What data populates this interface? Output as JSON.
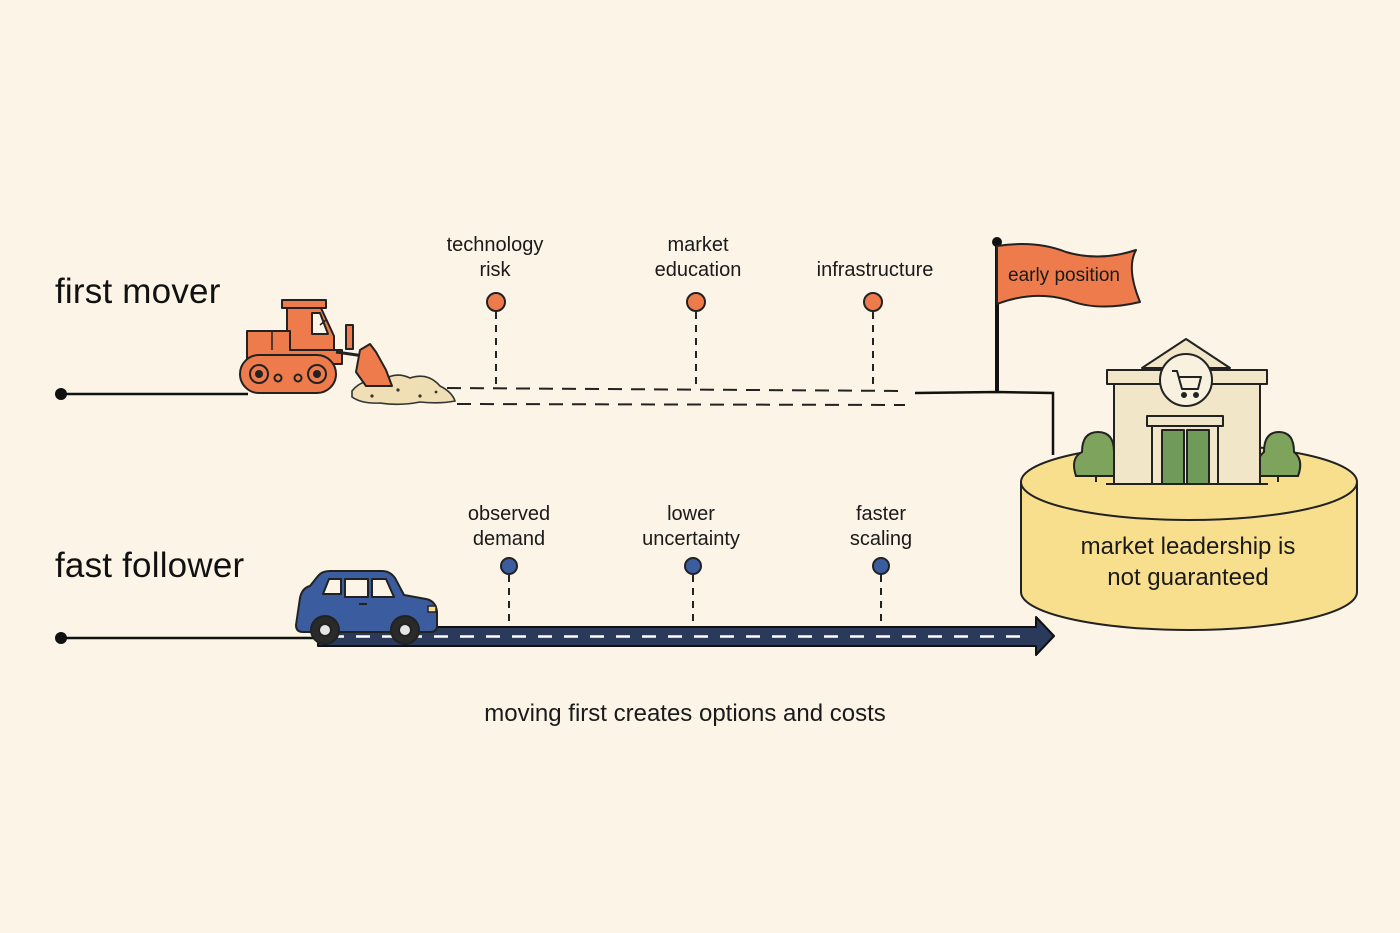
{
  "lanes": {
    "first_mover": {
      "title": "first mover",
      "milestones": [
        {
          "line1": "technology",
          "line2": "risk"
        },
        {
          "line1": "market",
          "line2": "education"
        },
        {
          "line1": "infrastructure",
          "line2": ""
        }
      ],
      "flag_label": "early position"
    },
    "fast_follower": {
      "title": "fast follower",
      "milestones": [
        {
          "line1": "observed",
          "line2": "demand"
        },
        {
          "line1": "lower",
          "line2": "uncertainty"
        },
        {
          "line1": "faster",
          "line2": "scaling"
        }
      ]
    }
  },
  "destination": {
    "line1": "market leadership is",
    "line2": "not guaranteed"
  },
  "caption": "moving first creates options and costs",
  "colors": {
    "background": "#fbf4e7",
    "first_mover_accent": "#ee7b4c",
    "fast_follower_accent": "#3b5c9e",
    "road": "#2b3a5b",
    "plinth": "#f8df8e",
    "shrub": "#7da35c",
    "door": "#6f9a5a"
  },
  "icons": [
    "bulldozer-icon",
    "car-icon",
    "flag-icon",
    "store-icon",
    "shopping-cart-icon",
    "shrub-icon"
  ]
}
